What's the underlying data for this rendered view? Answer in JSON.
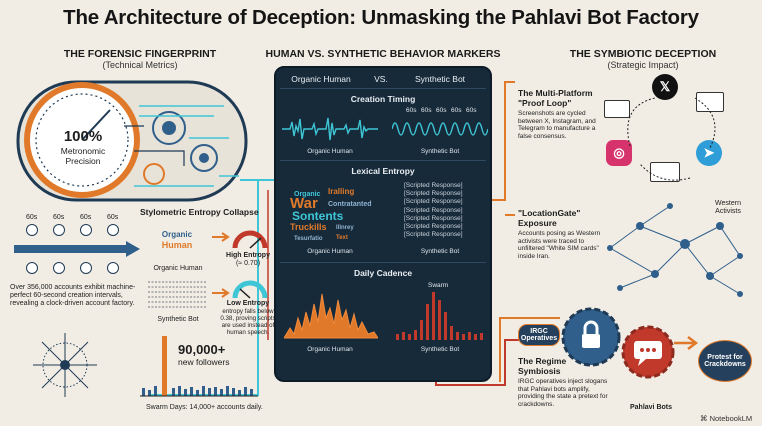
{
  "title": "The Architecture of Deception: Unmasking the Pahlavi Bot Factory",
  "left": {
    "heading": "THE FORENSIC FINGERPRINT",
    "subheading": "(Technical Metrics)",
    "gauge_value": "100%",
    "gauge_label_1": "Metronomic",
    "gauge_label_2": "Precision",
    "interval_label": "60s",
    "stylometric_title": "Stylometric Entropy Collapse",
    "organic_human": "Organic Human",
    "synthetic_bot": "Synthetic Bot",
    "high_entropy": "High Entropy",
    "high_entropy_value": "(≈ 0.70)",
    "low_entropy": "Low Entropy",
    "low_entropy_desc": "entropy falls below 0.38, proving scripts are used instead of human speech.",
    "account_desc": "Over 356,000 accounts exhibit machine-perfect 60-second creation intervals, revealing a clock-driven account factory.",
    "followers_value": "90,000+",
    "followers_label": "new followers",
    "swarm_days": "Swarm Days: 14,000+ accounts daily."
  },
  "center": {
    "heading": "HUMAN VS. SYNTHETIC BEHAVIOR MARKERS",
    "col_human": "Organic Human",
    "vs": "VS.",
    "col_bot": "Synthetic Bot",
    "creation_timing": "Creation Timing",
    "timing_tick": "60s",
    "organic_human": "Organic Human",
    "synthetic_bot": "Synthetic Bot",
    "lexical_entropy": "Lexical Entropy",
    "scripted_response": "[Scripted Response]",
    "daily_cadence": "Daily Cadence",
    "swarm": "Swarm"
  },
  "right": {
    "heading": "THE SYMBIOTIC DECEPTION",
    "subheading": "(Strategic Impact)",
    "proof_loop_title_1": "The Multi-Platform",
    "proof_loop_title_2": "\"Proof Loop\"",
    "proof_loop_desc": "Screenshots are cycled between X, Instagram, and Telegram to manufacture a false consensus.",
    "locationgate_title_1": "\"LocationGate\"",
    "locationgate_title_2": "Exposure",
    "locationgate_desc": "Accounts posing as Western activists were traced to unfiltered \"White SIM cards\" inside Iran.",
    "western_activists_1": "Western",
    "western_activists_2": "Activists",
    "irgc_operatives_1": "IRGC",
    "irgc_operatives_2": "Operatives",
    "regime_title_1": "The Regime",
    "regime_title_2": "Symbiosis",
    "regime_desc": "IRGC operatives inject slogans that Pahlavi bots amplify, providing the state a pretext for crackdowns.",
    "protest_1": "Protest for",
    "protest_2": "Crackdowns",
    "pahlavi_bots": "Pahlavi Bots"
  },
  "watermark": "NotebookLM",
  "colors": {
    "navy": "#172a3a",
    "teal": "#3ec6d6",
    "orange": "#e07a2a",
    "red": "#c0392b",
    "blue": "#2f5f8a"
  }
}
